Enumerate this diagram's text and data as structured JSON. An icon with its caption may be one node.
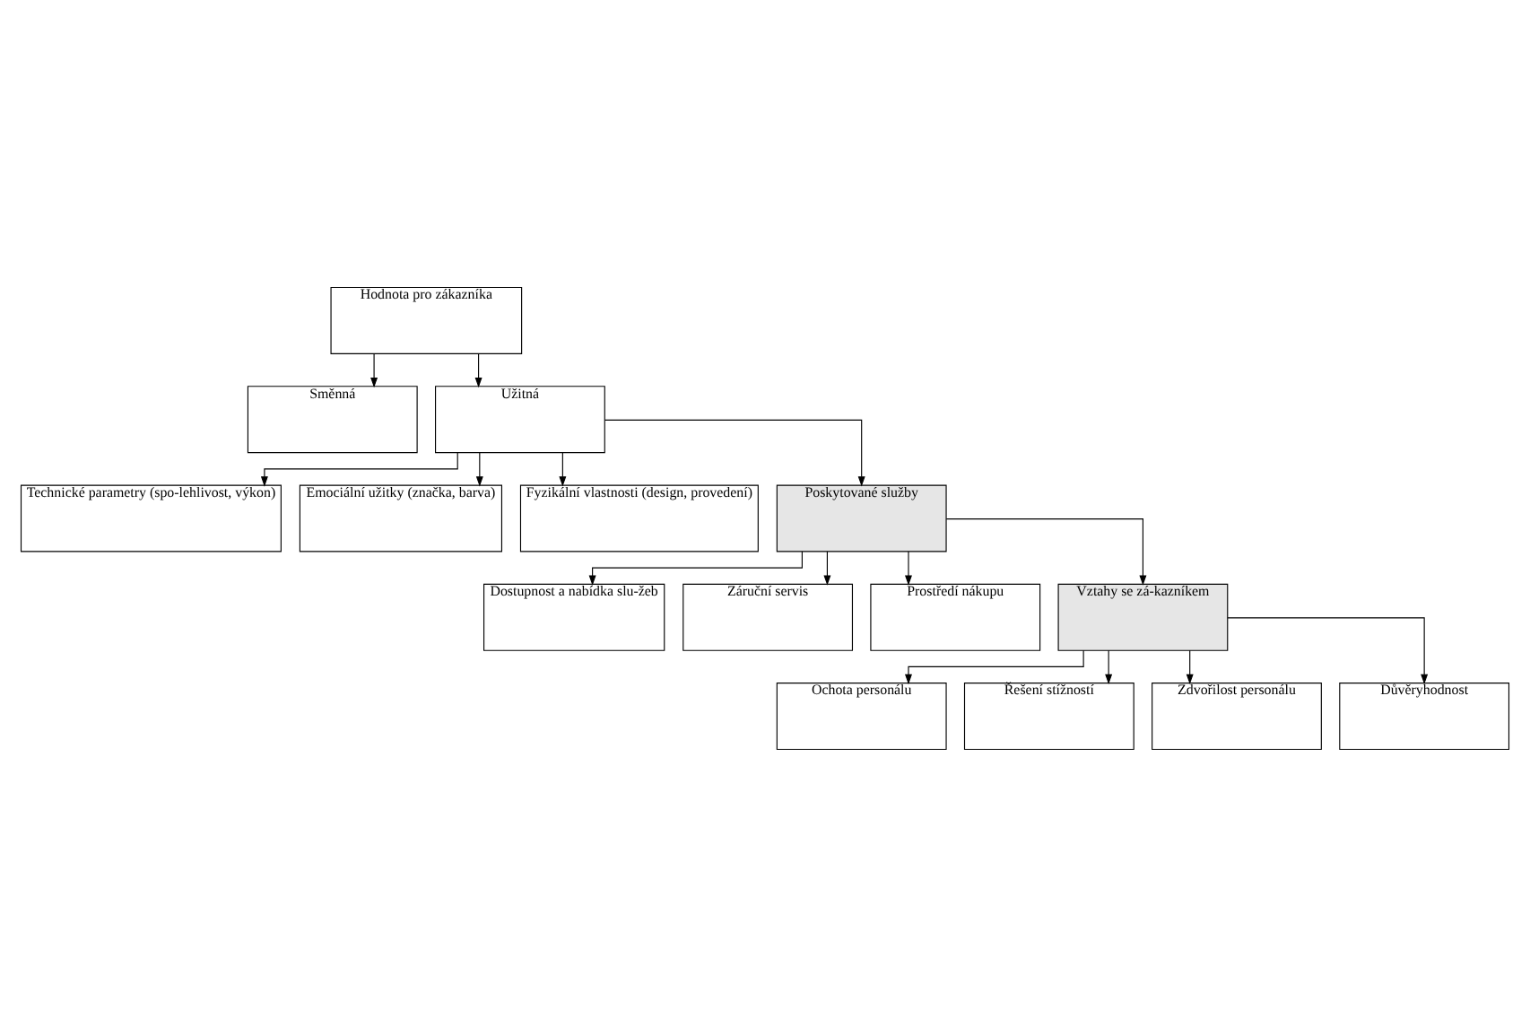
{
  "diagram": {
    "nodes": [
      {
        "text": [
          "Hodnota pro zákazníka"
        ]
      },
      {
        "text": [
          "Směnná"
        ]
      },
      {
        "text": [
          "Užitná"
        ]
      },
      {
        "text": [
          "Technické parametry (spo-lehlivost, výkon)"
        ]
      },
      {
        "text": [
          "Emociální užitky (značka, barva)"
        ]
      },
      {
        "text": [
          "Fyzikální vlastnosti (design, provedení)"
        ]
      },
      {
        "text": [
          "Poskytované služby"
        ]
      },
      {
        "text": [
          "Dostupnost a nabídka slu-žeb"
        ]
      },
      {
        "text": [
          "Záruční servis"
        ]
      },
      {
        "text": [
          "Prostředí nákupu"
        ]
      },
      {
        "text": [
          "Vztahy se zá-kazníkem"
        ]
      },
      {
        "text": [
          "Ochota personálu"
        ]
      },
      {
        "text": [
          "Řešení stížností"
        ]
      },
      {
        "text": [
          "Zdvořilost personálu"
        ]
      },
      {
        "text": [
          "Důvěryhodnost"
        ]
      }
    ],
    "edges": [
      {
        "from": 0,
        "to": 1,
        "arrow": "to"
      },
      {
        "from": 0,
        "to": 2,
        "arrow": "to"
      },
      {
        "from": 2,
        "to": 3,
        "arrow": "to"
      },
      {
        "from": 2,
        "to": 4,
        "arrow": "to"
      },
      {
        "from": 2,
        "to": 5,
        "arrow": "to"
      },
      {
        "from": 2,
        "to": 6,
        "arrow": "to"
      },
      {
        "from": 6,
        "to": 7,
        "arrow": "to"
      },
      {
        "from": 6,
        "to": 8,
        "arrow": "to"
      },
      {
        "from": 6,
        "to": 9,
        "arrow": "to"
      },
      {
        "from": 6,
        "to": 10,
        "arrow": "to"
      },
      {
        "from": 10,
        "to": 11,
        "arrow": "to"
      },
      {
        "from": 10,
        "to": 12,
        "arrow": "to"
      },
      {
        "from": 10,
        "to": 13,
        "arrow": "to"
      },
      {
        "from": 10,
        "to": 14,
        "arrow": "to"
      }
    ]
  }
}
